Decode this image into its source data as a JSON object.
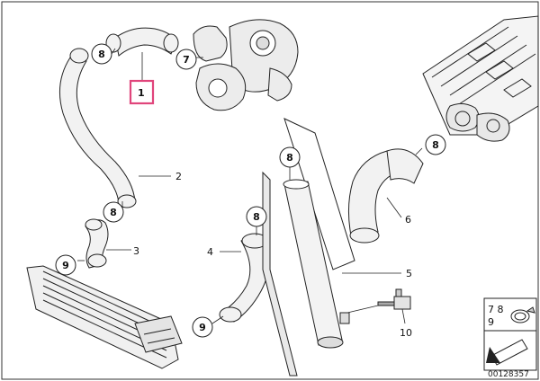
{
  "diagram": {
    "highlight_color": "#e0457b",
    "highlighted_part": "1",
    "callouts": [
      {
        "id": "c1",
        "text": "1"
      },
      {
        "id": "c2",
        "text": "2"
      },
      {
        "id": "c3",
        "text": "3"
      },
      {
        "id": "c4",
        "text": "4"
      },
      {
        "id": "c5",
        "text": "5"
      },
      {
        "id": "c6",
        "text": "6"
      },
      {
        "id": "c10",
        "text": "10"
      }
    ],
    "circled": [
      {
        "id": "k8a",
        "text": "8"
      },
      {
        "id": "k7",
        "text": "7"
      },
      {
        "id": "k8b",
        "text": "8"
      },
      {
        "id": "k8c",
        "text": "8"
      },
      {
        "id": "k8d",
        "text": "8"
      },
      {
        "id": "k8e",
        "text": "8"
      },
      {
        "id": "k9a",
        "text": "9"
      },
      {
        "id": "k9b",
        "text": "9"
      }
    ],
    "legend": {
      "line1": "7 8",
      "line2": "9"
    },
    "reference_number": "00128357"
  }
}
